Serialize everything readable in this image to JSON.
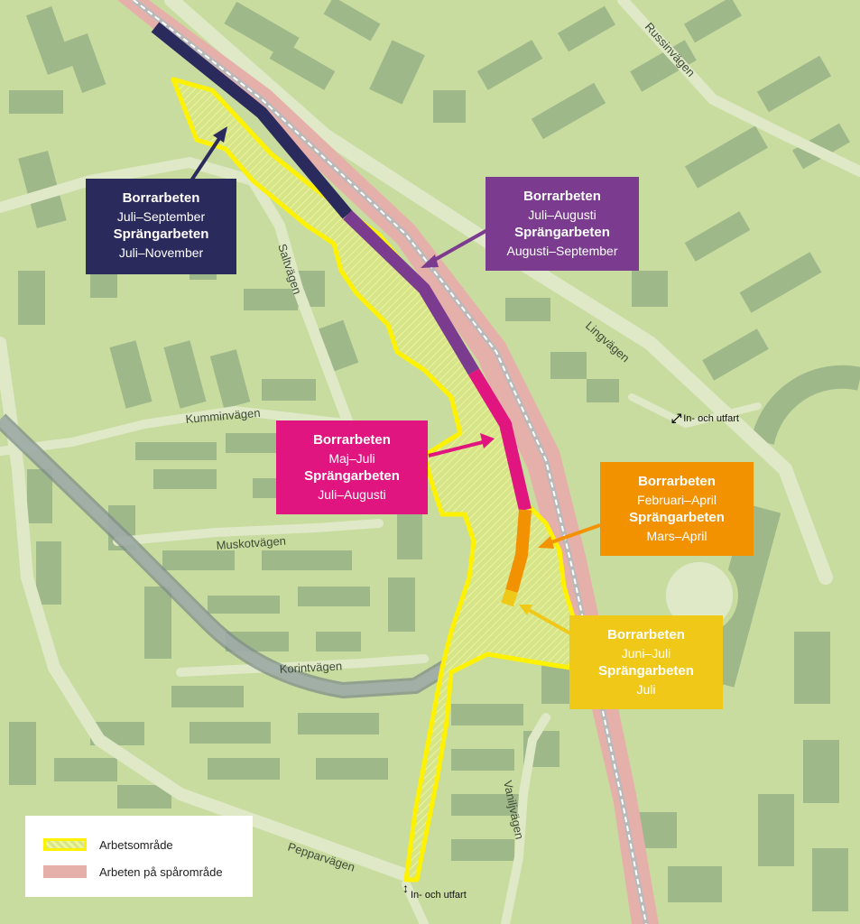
{
  "colors": {
    "background": "#c9dca0",
    "road": "#dfe9c8",
    "building": "#9fb88a",
    "rail_works": "#e6b0aa",
    "work_area": "#fff200",
    "tunnel": "#8a9a96",
    "navy": "#2b2a5c",
    "purple": "#7b3b8f",
    "magenta": "#e0157f",
    "orange": "#f39200",
    "yellow": "#f0c818"
  },
  "roads": {
    "russinvagen": "Russinvägen",
    "lingvagen": "Lingvägen",
    "saltvagen": "Saltvägen",
    "kumminvagen": "Kumminvägen",
    "muskotvagen": "Muskotvägen",
    "korintvagen": "Korintvägen",
    "pepparvagen": "Pepparvägen",
    "vaniljvagen": "Vaniljvägen"
  },
  "phases": {
    "navy": {
      "drill_title": "Borrarbeten",
      "drill_period": "Juli–September",
      "blast_title": "Sprängarbeten",
      "blast_period": "Juli–November"
    },
    "purple": {
      "drill_title": "Borrarbeten",
      "drill_period": "Juli–Augusti",
      "blast_title": "Sprängarbeten",
      "blast_period": "Augusti–September"
    },
    "magenta": {
      "drill_title": "Borrarbeten",
      "drill_period": "Maj–Juli",
      "blast_title": "Sprängarbeten",
      "blast_period": "Juli–Augusti"
    },
    "orange": {
      "drill_title": "Borrarbeten",
      "drill_period": "Februari–April",
      "blast_title": "Sprängarbeten",
      "blast_period": "Mars–April"
    },
    "yellow": {
      "drill_title": "Borrarbeten",
      "drill_period": "Juni–Juli",
      "blast_title": "Sprängarbeten",
      "blast_period": "Juli"
    }
  },
  "entrances": {
    "east": "In- och utfart",
    "south": "In- och utfart"
  },
  "legend": {
    "work_area": "Arbetsområde",
    "track_works": "Arbeten på spårområde"
  }
}
